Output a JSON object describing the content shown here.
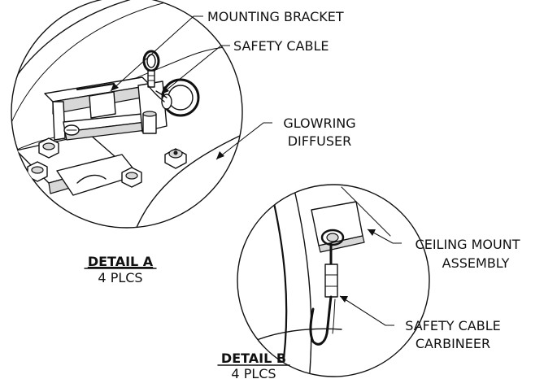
{
  "labels": {
    "mounting_bracket": "MOUNTING BRACKET",
    "safety_cable": "SAFETY CABLE",
    "glowring_line1": "GLOWRING",
    "glowring_line2": "DIFFUSER",
    "ceiling_line1": "CEILING MOUNT",
    "ceiling_line2": "ASSEMBLY",
    "carbineer_line1": "SAFETY CABLE",
    "carbineer_line2": "CARBINEER"
  },
  "details": {
    "a_title": "DETAIL A",
    "a_qty": "4 PLCS",
    "b_title": "DETAIL B",
    "b_qty": "4 PLCS"
  }
}
